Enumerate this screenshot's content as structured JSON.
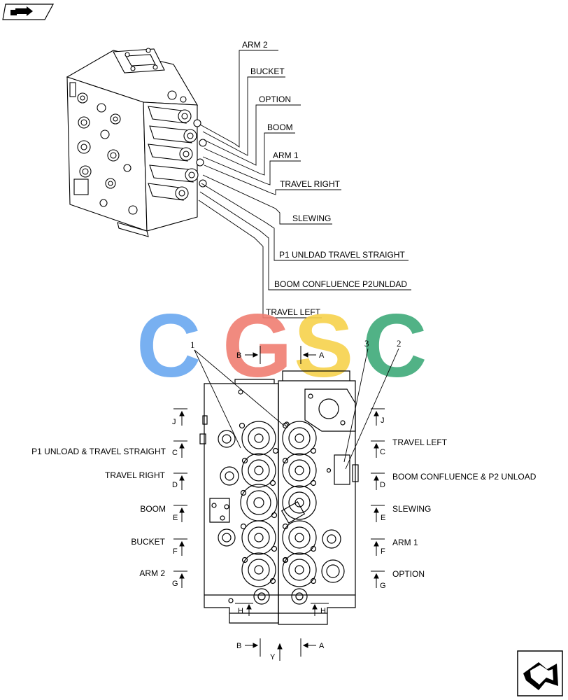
{
  "callouts_top": [
    "ARM 2",
    "BUCKET",
    "OPTION",
    "BOOM",
    "ARM 1",
    "TRAVEL RIGHT",
    "SLEWING",
    "P1 UNLDAD TRAVEL STRAIGHT",
    "BOOM CONFLUENCE P2UNLDAD",
    "TRAVEL LEFT"
  ],
  "left_labels": [
    {
      "text": "P1 UNLOAD & TRAVEL STRAIGHT",
      "section": "C"
    },
    {
      "text": "TRAVEL RIGHT",
      "section": "D"
    },
    {
      "text": "BOOM",
      "section": "E"
    },
    {
      "text": "BUCKET",
      "section": "F"
    },
    {
      "text": "ARM 2",
      "section": "G"
    }
  ],
  "right_labels": [
    {
      "text": "TRAVEL LEFT",
      "section": "C"
    },
    {
      "text": "BOOM CONFLUENCE & P2 UNLOAD",
      "section": "D"
    },
    {
      "text": "SLEWING",
      "section": "E"
    },
    {
      "text": "ARM 1",
      "section": "F"
    },
    {
      "text": "OPTION",
      "section": "G"
    }
  ],
  "section_marks": {
    "j": "J",
    "h": "H",
    "a": "A",
    "b": "B",
    "y": "Y"
  },
  "item_numbers": [
    "1",
    "2",
    "3"
  ],
  "watermark": {
    "letters": [
      "C",
      "G",
      "S",
      "C"
    ],
    "colors": [
      "#6aa8f0",
      "#f07e72",
      "#f7d24c",
      "#3faa7a"
    ]
  }
}
